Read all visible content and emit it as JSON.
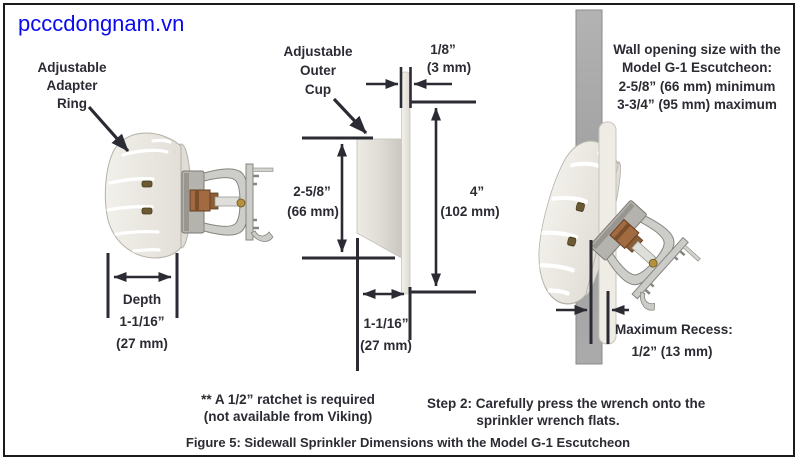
{
  "watermark": "pcccdongnam.vn",
  "colors": {
    "watermark_blue": "#0a0af0",
    "line_dark": "#2b2b33",
    "escutcheon_cream": "#eae8e1",
    "wall_gray": "#a8a8a8",
    "copper": "#a26a41"
  },
  "left_figure": {
    "callout": {
      "line1": "Adjustable",
      "line2": "Adapter",
      "line3": "Ring"
    },
    "depth": {
      "label": "Depth",
      "value": "1-1/16”",
      "metric": "(27 mm)"
    }
  },
  "middle_figure": {
    "callout": {
      "line1": "Adjustable",
      "line2": "Outer",
      "line3": "Cup"
    },
    "thickness": {
      "value": "1/8”",
      "metric": "(3 mm)"
    },
    "cup_height": {
      "value": "2-5/8”",
      "metric": "(66 mm)"
    },
    "overall_height": {
      "value": "4”",
      "metric": "(102 mm)"
    },
    "cup_depth": {
      "value": "1-1/16”",
      "metric": "(27 mm)"
    }
  },
  "right_figure": {
    "wall_note": {
      "line1": "Wall opening size with the",
      "line2": "Model G-1 Escutcheon:",
      "line3": "2-5/8” (66 mm) minimum",
      "line4": "3-3/4” (95 mm) maximum"
    },
    "recess": {
      "label": "Maximum Recess:",
      "value": "1/2” (13 mm)"
    }
  },
  "footnotes": {
    "ratchet": {
      "line1": "** A 1/2” ratchet is required",
      "line2": "(not available from Viking)"
    },
    "step2": {
      "line1": "Step 2: Carefully press the wrench onto the",
      "line2": "sprinkler wrench flats."
    }
  },
  "caption": "Figure 5: Sidewall Sprinkler Dimensions with the Model G-1 Escutcheon"
}
